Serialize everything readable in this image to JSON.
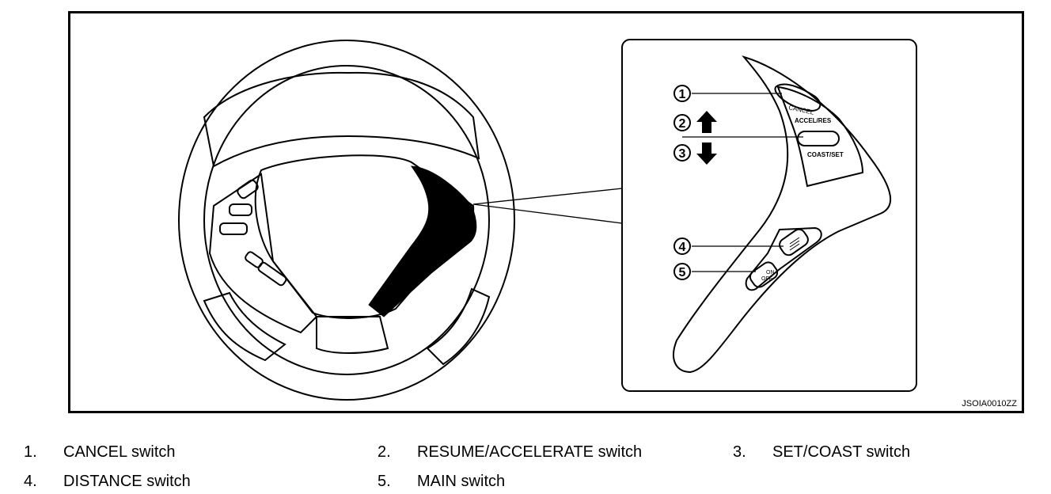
{
  "figure": {
    "code": "JSOIA0010ZZ",
    "detail_labels": {
      "cancel": "CANCEL",
      "accel_res": "ACCEL/RES",
      "coast_set": "COAST/SET",
      "on": "ON",
      "off": "OFF"
    },
    "callouts": [
      {
        "number": "1"
      },
      {
        "number": "2"
      },
      {
        "number": "3"
      },
      {
        "number": "4"
      },
      {
        "number": "5"
      }
    ]
  },
  "legend": [
    {
      "number": "1.",
      "label": "CANCEL switch"
    },
    {
      "number": "2.",
      "label": "RESUME/ACCELERATE switch"
    },
    {
      "number": "3.",
      "label": "SET/COAST switch"
    },
    {
      "number": "4.",
      "label": "DISTANCE switch"
    },
    {
      "number": "5.",
      "label": "MAIN switch"
    }
  ]
}
